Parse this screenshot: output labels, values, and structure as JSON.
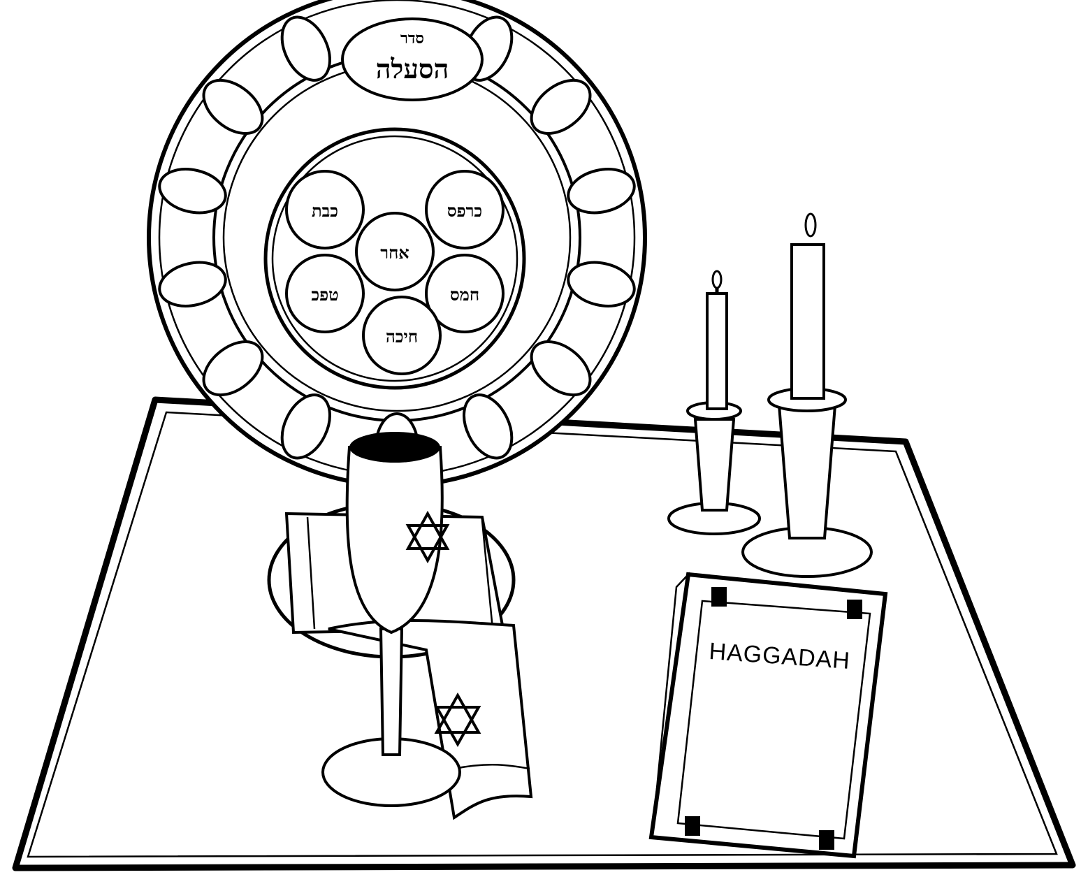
{
  "plate": {
    "title_small": "סדר",
    "title": "הסעלה",
    "medallions": [
      "כרפס",
      "כבת",
      "אחר",
      "חמס",
      "טפכ",
      "חיכה"
    ]
  },
  "book": {
    "title": "HAGGADAH"
  },
  "colors": {
    "ink": "#000000",
    "paper": "#ffffff"
  }
}
